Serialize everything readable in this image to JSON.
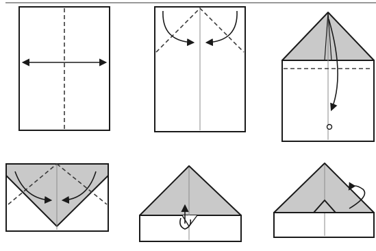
{
  "diagram": {
    "kind": "paper-airplane-folding-instructions",
    "step_count": 6,
    "colors": {
      "outline": "#1a1a1a",
      "folded_flap": "#c9c9c9",
      "paper": "#ffffff",
      "crease_line": "#8a8a8a",
      "dashed_fold_line": "#3a3a3a",
      "top_rule": "#999999"
    },
    "steps": [
      {
        "id": "step-1",
        "description_icon": "crease-both-directions"
      },
      {
        "id": "step-2",
        "description_icon": "fold-top-corners-to-center"
      },
      {
        "id": "step-3",
        "description_icon": "fold-top-down"
      },
      {
        "id": "step-4",
        "description_icon": "fold-corners-to-center"
      },
      {
        "id": "step-5",
        "description_icon": "fold-tip-up"
      },
      {
        "id": "step-6",
        "description_icon": "fold-in-half"
      }
    ]
  }
}
